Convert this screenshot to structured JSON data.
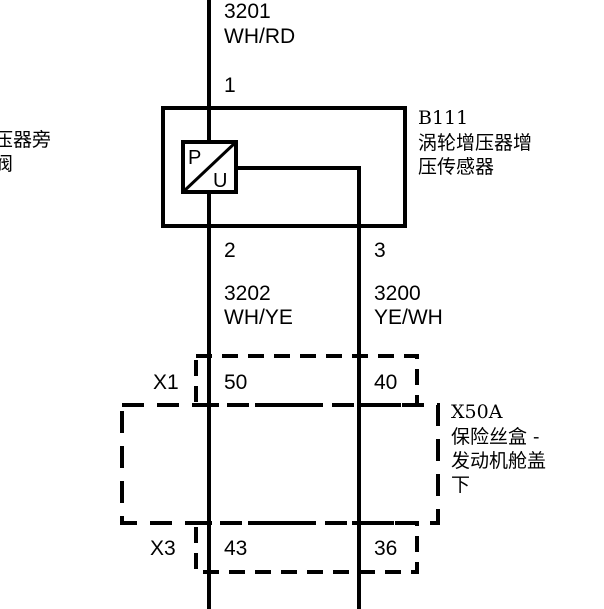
{
  "left_note": {
    "line1": "压器旁",
    "line2": "阀"
  },
  "top_wire": {
    "number": "3201",
    "color": "WH/RD"
  },
  "sensor": {
    "id": "B111",
    "name_line1": "涡轮增压器增",
    "name_line2": "压传感器",
    "symbol_p": "P",
    "symbol_u": "U",
    "pins": {
      "pin1": "1",
      "pin2": "2",
      "pin3": "3"
    }
  },
  "wires": {
    "left": {
      "number": "3202",
      "color": "WH/YE"
    },
    "right": {
      "number": "3200",
      "color": "YE/WH"
    }
  },
  "fuse_box": {
    "id": "X50A",
    "name_line1": "保险丝盒 -",
    "name_line2": "发动机舱盖",
    "name_line3": "下",
    "connectors": {
      "x1": {
        "label": "X1",
        "left_pin": "50",
        "right_pin": "40"
      },
      "x3": {
        "label": "X3",
        "left_pin": "43",
        "right_pin": "36"
      }
    }
  }
}
